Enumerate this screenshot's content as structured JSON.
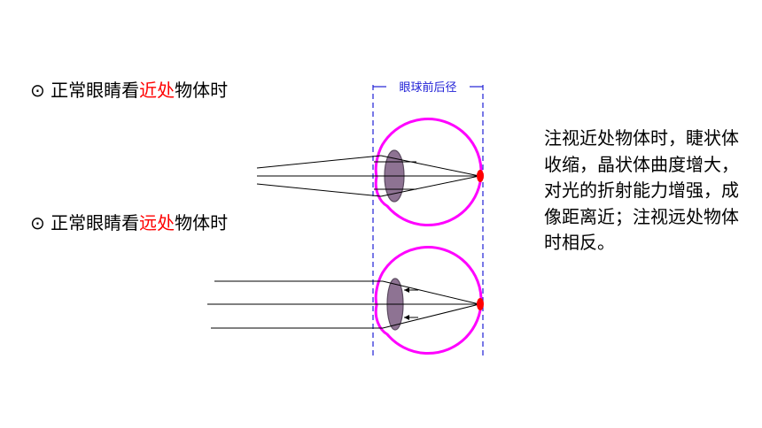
{
  "headings": {
    "near": {
      "prefix": "⊙ 正常眼睛看",
      "highlight": "近处",
      "suffix": "物体时"
    },
    "far": {
      "prefix": "⊙ 正常眼睛看",
      "highlight": "远处",
      "suffix": "物体时"
    }
  },
  "diagram": {
    "dimension_label": "眼球前后径"
  },
  "description": "注视近处物体时，睫状体收缩，晶状体曲度增大，对光的折射能力增强，成像距离近；注视远处物体时相反。",
  "colors": {
    "highlight": "#ff0000",
    "eyeball": "#ff00ff",
    "lens": "#8e7393",
    "dimension": "#1f1fd6",
    "retina_point": "#ff0000"
  }
}
